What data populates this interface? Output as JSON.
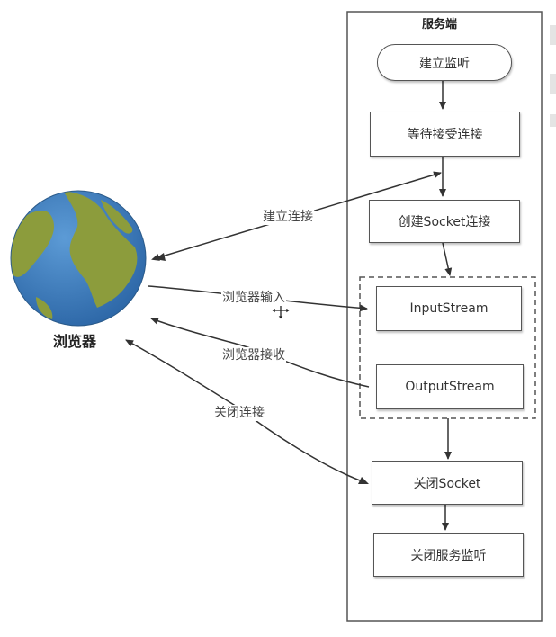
{
  "server": {
    "title": "服务端",
    "steps": {
      "listen": "建立监听",
      "wait": "等待接受连接",
      "create": "创建Socket连接",
      "input": "InputStream",
      "output": "OutputStream",
      "close_socket": "关闭Socket",
      "close_listen": "关闭服务监听"
    }
  },
  "browser": {
    "label": "浏览器",
    "icon": "globe-icon"
  },
  "edges": {
    "connect": "建立连接",
    "browser_input": "浏览器输入",
    "browser_receive": "浏览器接收",
    "close_connect": "关闭连接"
  },
  "colors": {
    "globe_ocean": "#3a78b8",
    "globe_land": "#8a9a3a",
    "line": "#444444"
  }
}
